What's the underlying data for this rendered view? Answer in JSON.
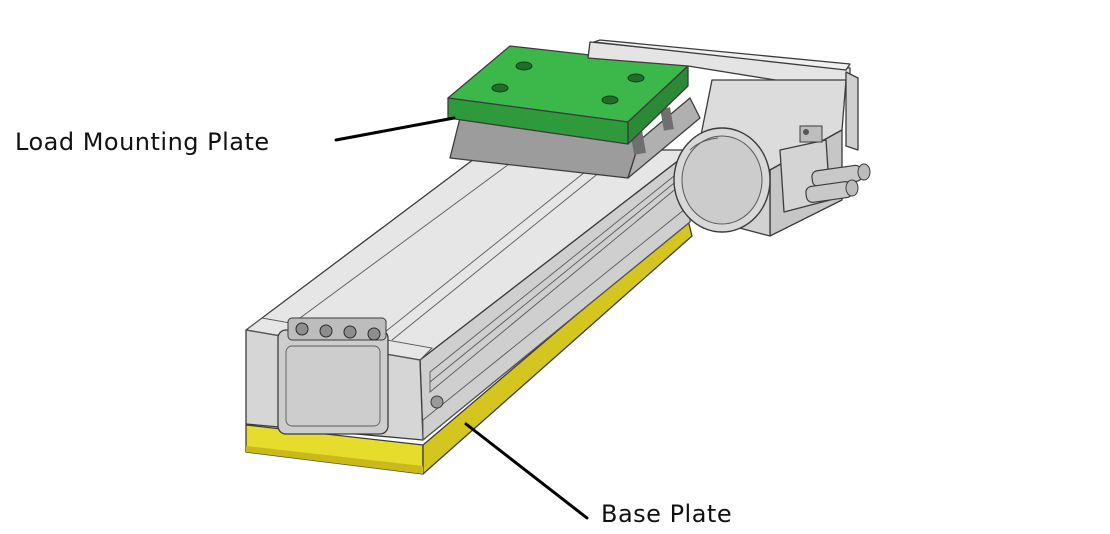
{
  "diagram": {
    "subject": "linear-actuator-assembly",
    "callouts": [
      {
        "id": "load-mounting-plate",
        "label": "Load Mounting Plate",
        "color": "#3cb84a"
      },
      {
        "id": "base-plate",
        "label": "Base Plate",
        "color": "#e6dc2c"
      }
    ],
    "colors": {
      "body": "#e2e2e2",
      "body_shade": "#c9c9c9",
      "body_dark": "#a9a9a9",
      "outline": "#3c3c3c",
      "leader_line": "#000000"
    }
  }
}
